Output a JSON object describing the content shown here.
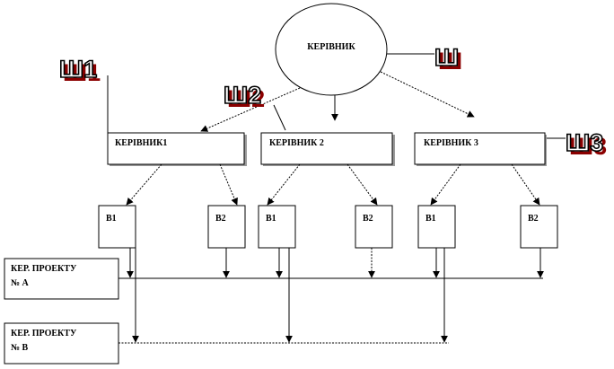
{
  "root": {
    "label": "КЕРІВНИК"
  },
  "managers": [
    {
      "label": "КЕРІВНИК1"
    },
    {
      "label": "КЕРІВНИК  2"
    },
    {
      "label": "КЕРІВНИК  3"
    }
  ],
  "subunits": {
    "b1": "В1",
    "b2": "В2"
  },
  "projects": [
    {
      "line1": "КЕР.  ПРОЕКТУ",
      "line2": "№ А"
    },
    {
      "line1": "КЕР.  ПРОЕКТУ",
      "line2": "№ В"
    }
  ],
  "tags": {
    "sh": "Ш",
    "sh1": "Ш1",
    "sh2": "Ш2",
    "sh3": "Ш3"
  },
  "colors": {
    "tag_fill": "#ffffff",
    "tag_stroke": "#000000",
    "tag_shadow": "#8b0000"
  }
}
